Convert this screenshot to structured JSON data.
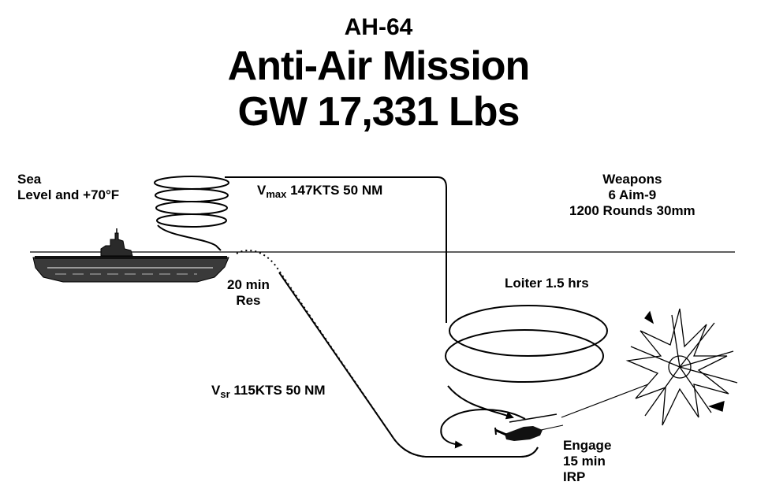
{
  "title": {
    "aircraft": "AH-64",
    "mission": "Anti-Air Mission",
    "gross_weight": "GW 17,331 Lbs"
  },
  "conditions": {
    "line1": "Sea",
    "line2": "Level and  +70°F"
  },
  "outbound": {
    "v_symbol": "V",
    "v_subscript": "max",
    "text": " 147KTS 50 NM"
  },
  "weapons": {
    "header": "Weapons",
    "item1": "6 Aim-9",
    "item2": "1200 Rounds 30mm"
  },
  "reserve": {
    "line1": "20 min",
    "line2": "Res"
  },
  "loiter": {
    "text": "Loiter 1.5 hrs"
  },
  "return_leg": {
    "v_symbol": "V",
    "v_subscript": "sr",
    "text": " 115KTS 50 NM"
  },
  "engage": {
    "line1": "Engage",
    "line2": "15 min",
    "line3": "IRP"
  }
}
